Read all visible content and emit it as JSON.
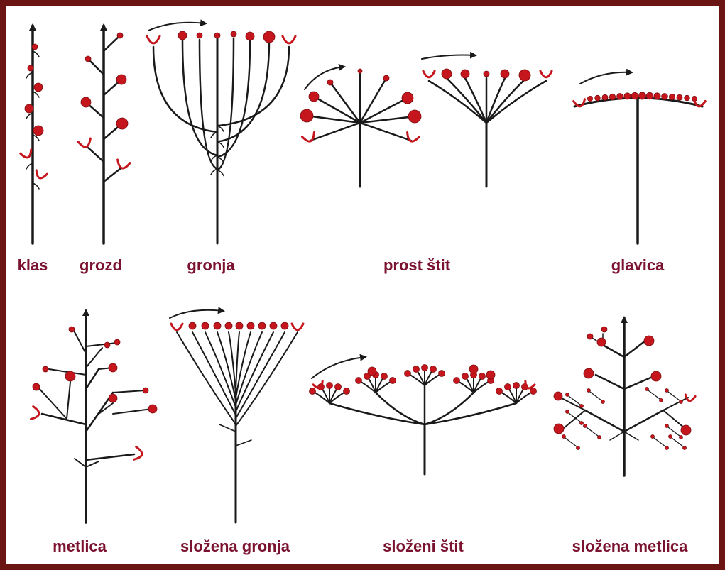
{
  "labels": {
    "klas": "klas",
    "grozd": "grozd",
    "gronja": "gronja",
    "prost_stit": "prost štit",
    "glavica": "glavica",
    "metlica": "metlica",
    "slozena_gronja": "složena gronja",
    "slozeni_stit": "složeni štit",
    "slozena_metlica": "složena metlica"
  },
  "colors": {
    "frame": "#6b1414",
    "background": "#ffffff",
    "stem": "#1a1a1a",
    "flower": "#c4161c",
    "label": "#7a1230"
  },
  "icons": [
    "inflorescence-diagram",
    "growth-arrow",
    "flower-bud",
    "open-flower"
  ]
}
